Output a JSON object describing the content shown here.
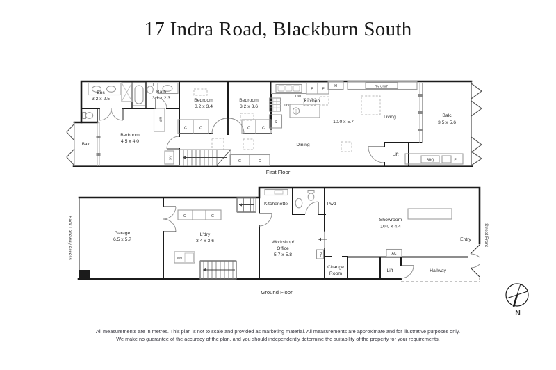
{
  "title": "17 Indra Road, Blackburn South",
  "first_floor": {
    "caption": "First Floor",
    "rooms": {
      "ens": {
        "name": "Ens",
        "dims": "3.2 x 2.5"
      },
      "bath": {
        "name": "Bath",
        "dims": "3.1 x 2.3"
      },
      "bedroom_main": {
        "name": "Bedroom",
        "dims": "4.5 x 4.0"
      },
      "bedroom_2": {
        "name": "Bedroom",
        "dims": "3.2 x 3.4"
      },
      "bedroom_3": {
        "name": "Bedroom",
        "dims": "3.2 x 3.6"
      },
      "kitchen": {
        "name": "Kitchen"
      },
      "open_plan": {
        "dims": "10.0 x 5.7"
      },
      "dining": {
        "name": "Dining"
      },
      "living": {
        "name": "Living"
      },
      "lift": {
        "name": "Lift"
      },
      "balc_left": {
        "name": "Balc"
      },
      "balc_right": {
        "name": "Balc",
        "dims": "3.5 x 5.6"
      }
    }
  },
  "ground_floor": {
    "caption": "Ground Floor",
    "rooms": {
      "garage": {
        "name": "Garage",
        "dims": "6.5 x 5.7"
      },
      "laundry": {
        "name": "L'dry",
        "dims": "3.4 x 3.6"
      },
      "kitchenette": {
        "name": "Kitchenette"
      },
      "powder": {
        "name": "Pwd"
      },
      "workshop": {
        "line1": "Workshop/",
        "line2": "Office",
        "dims": "5.7 x 5.8"
      },
      "showroom": {
        "name": "Showroom",
        "dims": "10.0 x 4.4"
      },
      "change_room": {
        "line1": "Change",
        "line2": "Room"
      },
      "lift": {
        "name": "Lift"
      },
      "hallway": {
        "name": "Hallway"
      },
      "entry": {
        "name": "Entry"
      }
    },
    "annotations": {
      "back_laneway": "Back Laneway Access",
      "street_front": "Street Front"
    }
  },
  "labels": {
    "c": "C",
    "ac": "AC",
    "bir": "BIR",
    "wm": "WM",
    "dw": "DW",
    "ov": "OV",
    "s": "S",
    "p": "P",
    "f": "F",
    "h": "H",
    "bbq": "BBQ",
    "tv_unit": "TV UNIT"
  },
  "compass": {
    "north": "N"
  },
  "disclaimer": {
    "line1": "All measurements are in metres. This plan is not to scale and provided as marketing material. All measurements are approximate and for illustrative purposes only.",
    "line2": "We make no guarantee of the accuracy of the plan, and you should independently determine the suitability of the property for your requirements."
  }
}
